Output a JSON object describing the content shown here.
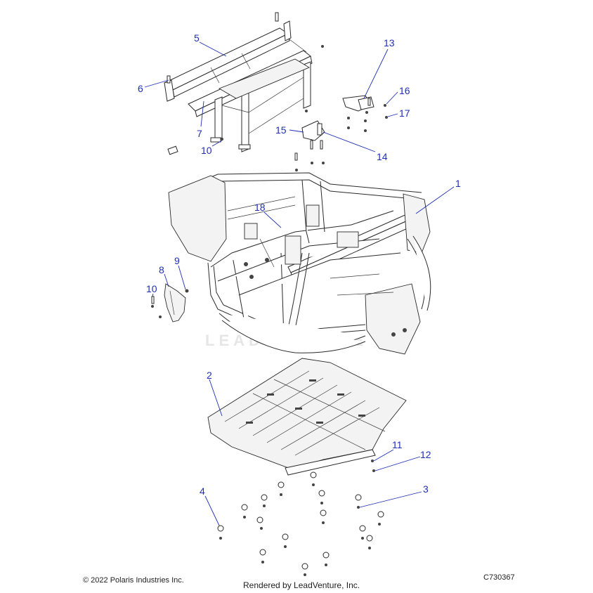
{
  "diagram": {
    "callouts": [
      "1",
      "2",
      "3",
      "4",
      "5",
      "6",
      "7",
      "8",
      "9",
      "10",
      "10",
      "11",
      "12",
      "13",
      "14",
      "15",
      "16",
      "17",
      "18"
    ],
    "watermark": "LEADVENTURE"
  },
  "footer": {
    "copyright": "© 2022 Polaris Industries Inc.",
    "rendered_by": "Rendered by LeadVenture, Inc.",
    "drawing_number": "C730367"
  },
  "colors": {
    "callout": "#1f2fb8",
    "line": "#2a2a2a"
  }
}
